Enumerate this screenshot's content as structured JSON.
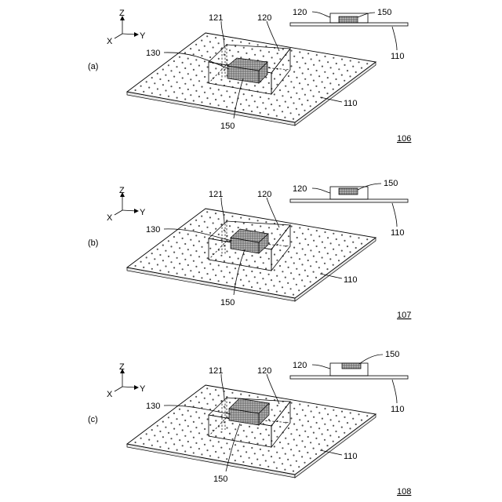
{
  "figure_title": "",
  "axes": {
    "z": "Z",
    "x": "X",
    "y": "Y"
  },
  "common_labels": {
    "plate": "110",
    "enclosure": "120",
    "probe": "121",
    "guide": "130",
    "sample": "150"
  },
  "panels": [
    {
      "id": "a",
      "letter": "(a)",
      "ref": "106",
      "sample_position": "center"
    },
    {
      "id": "b",
      "letter": "(b)",
      "ref": "107",
      "sample_position": "center-upper"
    },
    {
      "id": "c",
      "letter": "(c)",
      "ref": "108",
      "sample_position": "upper-right"
    }
  ],
  "colors": {
    "stroke": "#000000",
    "sample_fill": "#8a8a8a",
    "dot": "#555555"
  }
}
